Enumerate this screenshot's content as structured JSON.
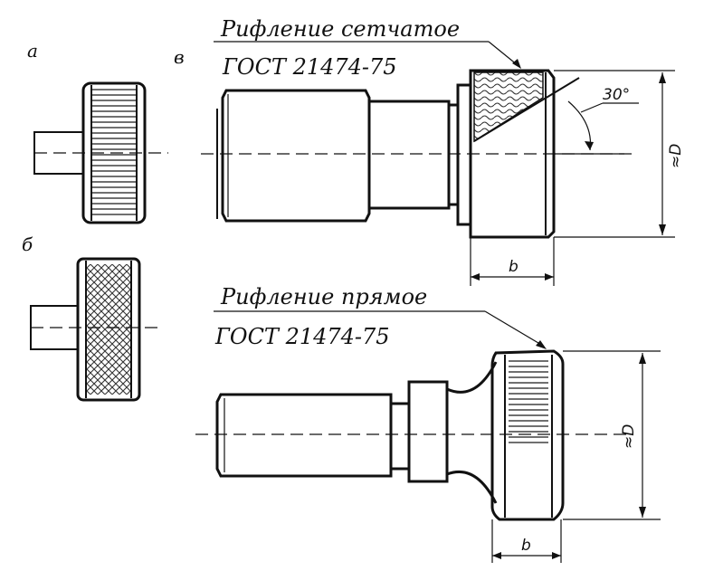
{
  "figure": {
    "labels": {
      "a": "а",
      "b": "б",
      "v": "в"
    },
    "top_detail": {
      "knurl_caption": "Рифление сетчатое",
      "standard": "ГОСТ 21474-75",
      "angle": "30°",
      "dim_width": "b",
      "dim_diameter": "≈D"
    },
    "bottom_detail": {
      "knurl_caption": "Рифление прямое",
      "standard": "ГОСТ 21474-75",
      "dim_width": "b",
      "dim_diameter": "≈D"
    }
  }
}
